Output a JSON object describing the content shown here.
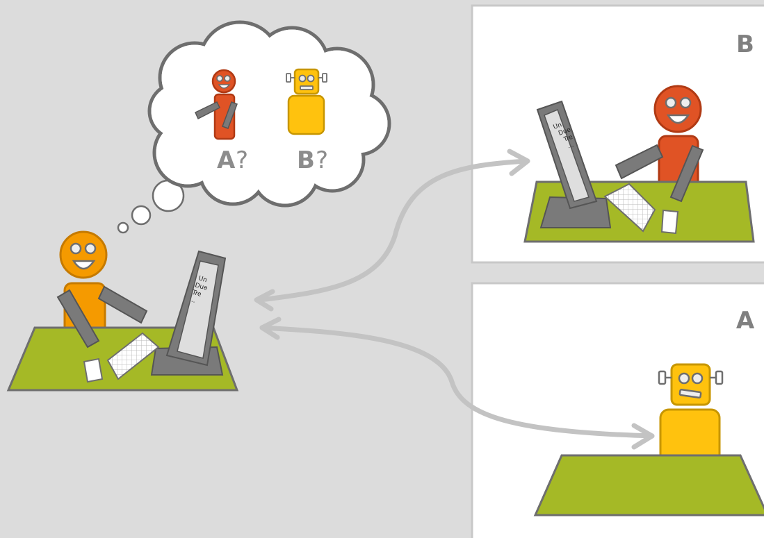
{
  "labels": {
    "panel_b": "B",
    "panel_a": "A",
    "bubble_a_letter": "A",
    "bubble_b_letter": "B",
    "bubble_q": "?"
  },
  "screen_lines": [
    "Un",
    "Due",
    "Tre",
    "..."
  ],
  "colors": {
    "background": "#dcdcdc",
    "panel": "#ffffff",
    "desk": "#a5b926",
    "outline": "#6e6e6e",
    "human_interrogator": "#f59a00",
    "human_b": "#e05325",
    "robot": "#ffc20e",
    "monitor": "#7a7a7a",
    "arrow": "#c3c3c3"
  }
}
